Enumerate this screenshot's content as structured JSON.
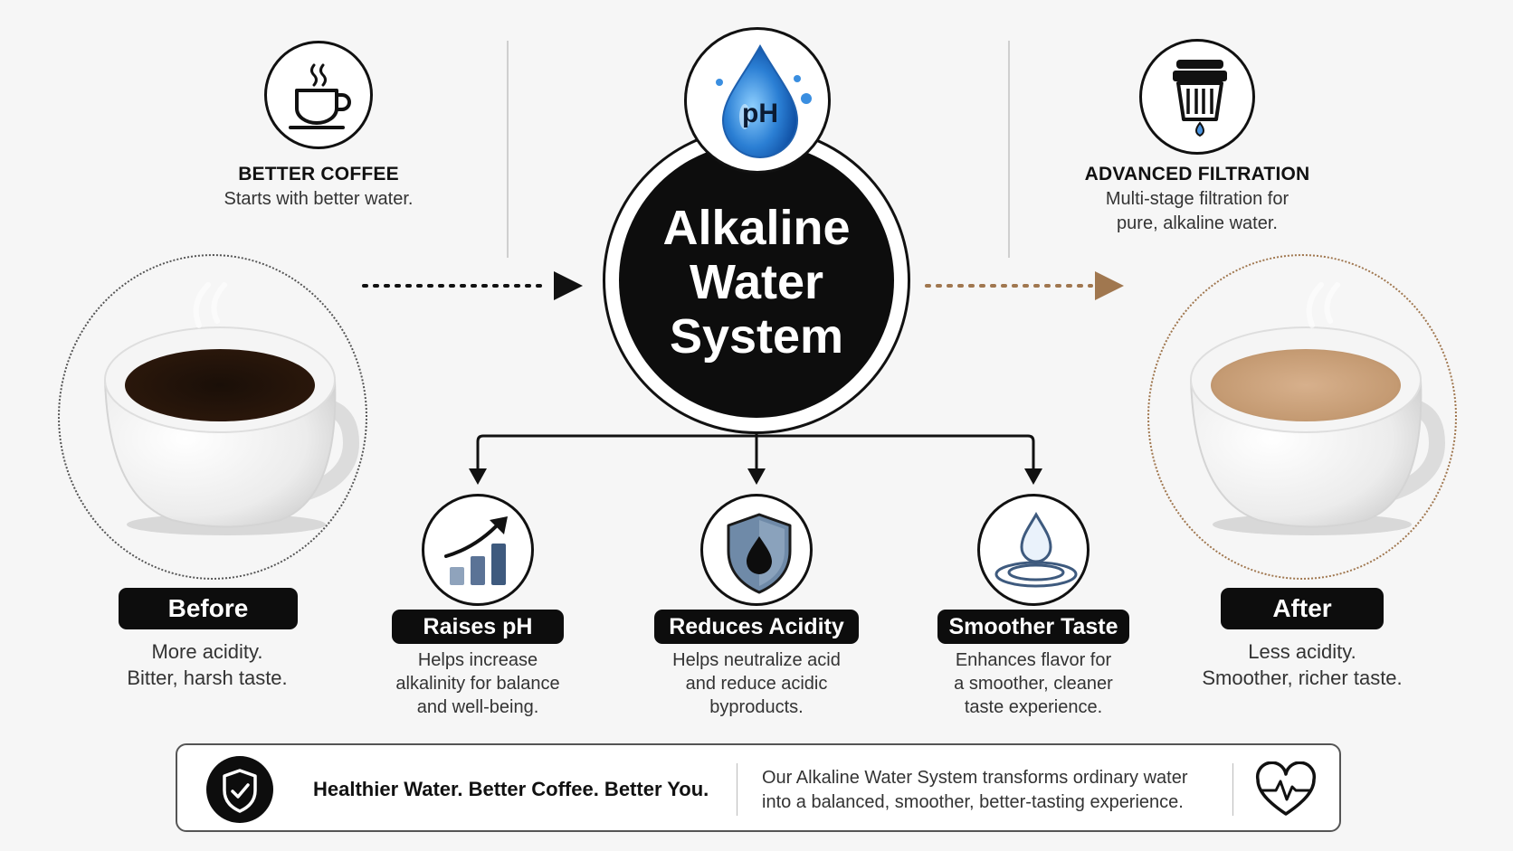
{
  "header": {
    "left": {
      "heading": "BETTER COFFEE",
      "subtitle": "Starts with better water."
    },
    "right": {
      "heading": "ADVANCED FILTRATION",
      "subtitle_lines": [
        "Multi-stage filtration for",
        "pure, alkaline water."
      ]
    },
    "ph_badge": "pH"
  },
  "center": {
    "title_lines": [
      "Alkaline",
      "Water",
      "System"
    ]
  },
  "before": {
    "label": "Before",
    "desc_lines": [
      "More acidity.",
      "Bitter, harsh taste."
    ]
  },
  "after": {
    "label": "After",
    "desc_lines": [
      "Less acidity.",
      "Smoother, richer taste."
    ]
  },
  "benefits": [
    {
      "title": "Raises pH",
      "icon": "bar-chart-up-icon",
      "desc_lines": [
        "Helps increase",
        "alkalinity for balance",
        "and well-being."
      ]
    },
    {
      "title": "Reduces Acidity",
      "icon": "shield-drop-icon",
      "desc_lines": [
        "Helps neutralize acid",
        "and reduce acidic",
        "byproducts."
      ]
    },
    {
      "title": "Smoother Taste",
      "icon": "water-ripple-icon",
      "desc_lines": [
        "Enhances flavor for",
        "a smoother, cleaner",
        "taste experience."
      ]
    }
  ],
  "footer": {
    "tagline": "Healthier Water. Better Coffee. Better You.",
    "desc_lines": [
      "Our Alkaline Water System transforms ordinary water",
      "into a balanced, smoother, better-tasting experience."
    ]
  },
  "colors": {
    "background": "#f6f6f6",
    "black": "#0d0d0d",
    "accent_brown": "#a0774f",
    "water_blue": "#2b7fd4",
    "chart_blue": "#3e5a7e"
  }
}
